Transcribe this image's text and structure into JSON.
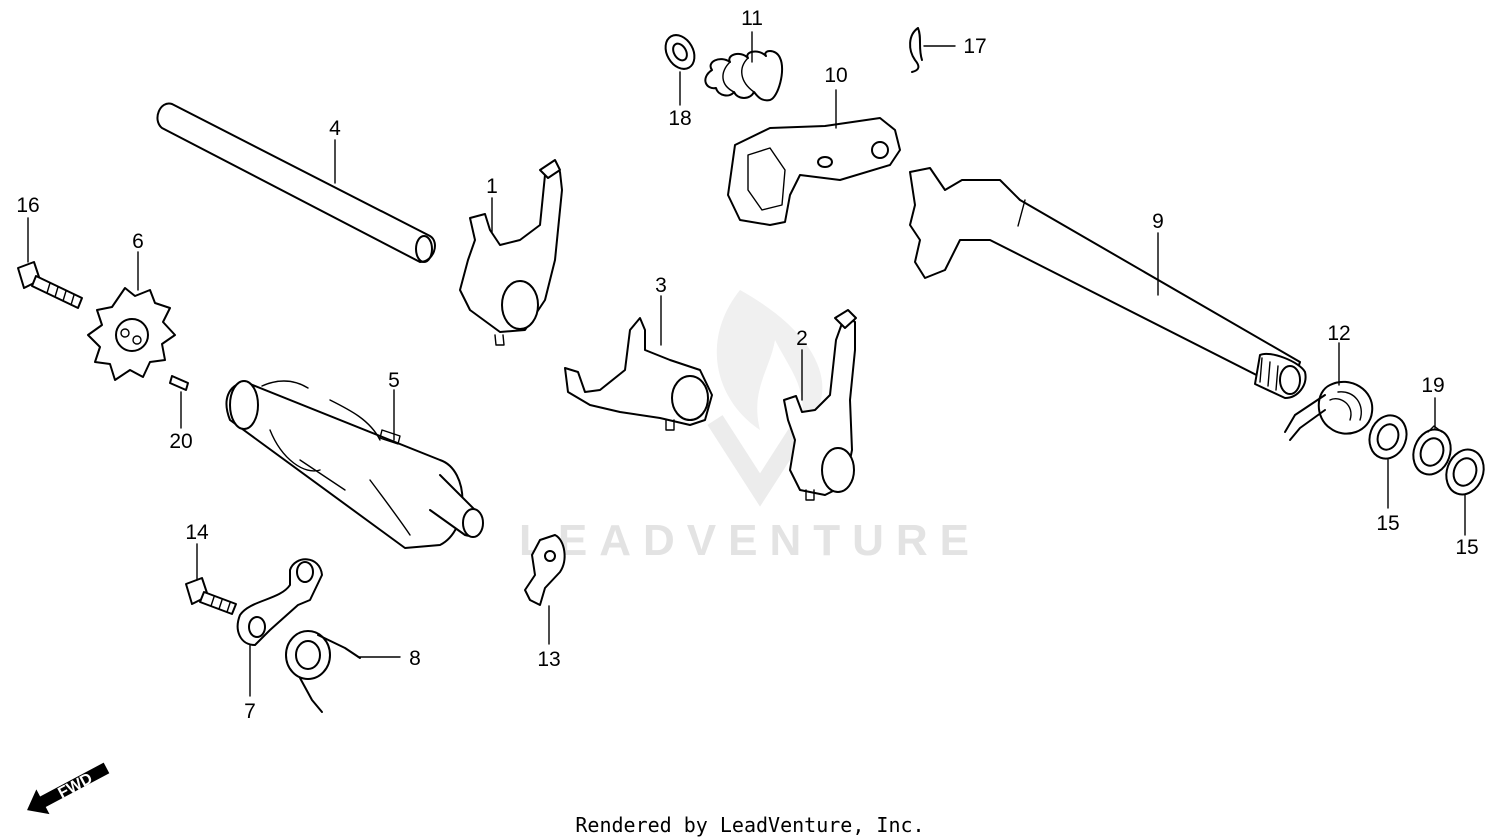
{
  "watermark": {
    "text": "LEADVENTURE"
  },
  "footer": {
    "credit": "Rendered by LeadVenture, Inc."
  },
  "direction_marker": {
    "text": "FWD",
    "icon": "arrow-left-down-icon"
  },
  "callouts": {
    "c1": "1",
    "c2": "2",
    "c3": "3",
    "c4": "4",
    "c5": "5",
    "c6": "6",
    "c7": "7",
    "c8": "8",
    "c9": "9",
    "c10": "10",
    "c11": "11",
    "c12": "12",
    "c13": "13",
    "c14": "14",
    "c15a": "15",
    "c15b": "15",
    "c16": "16",
    "c17": "17",
    "c18": "18",
    "c19": "19",
    "c20": "20"
  }
}
